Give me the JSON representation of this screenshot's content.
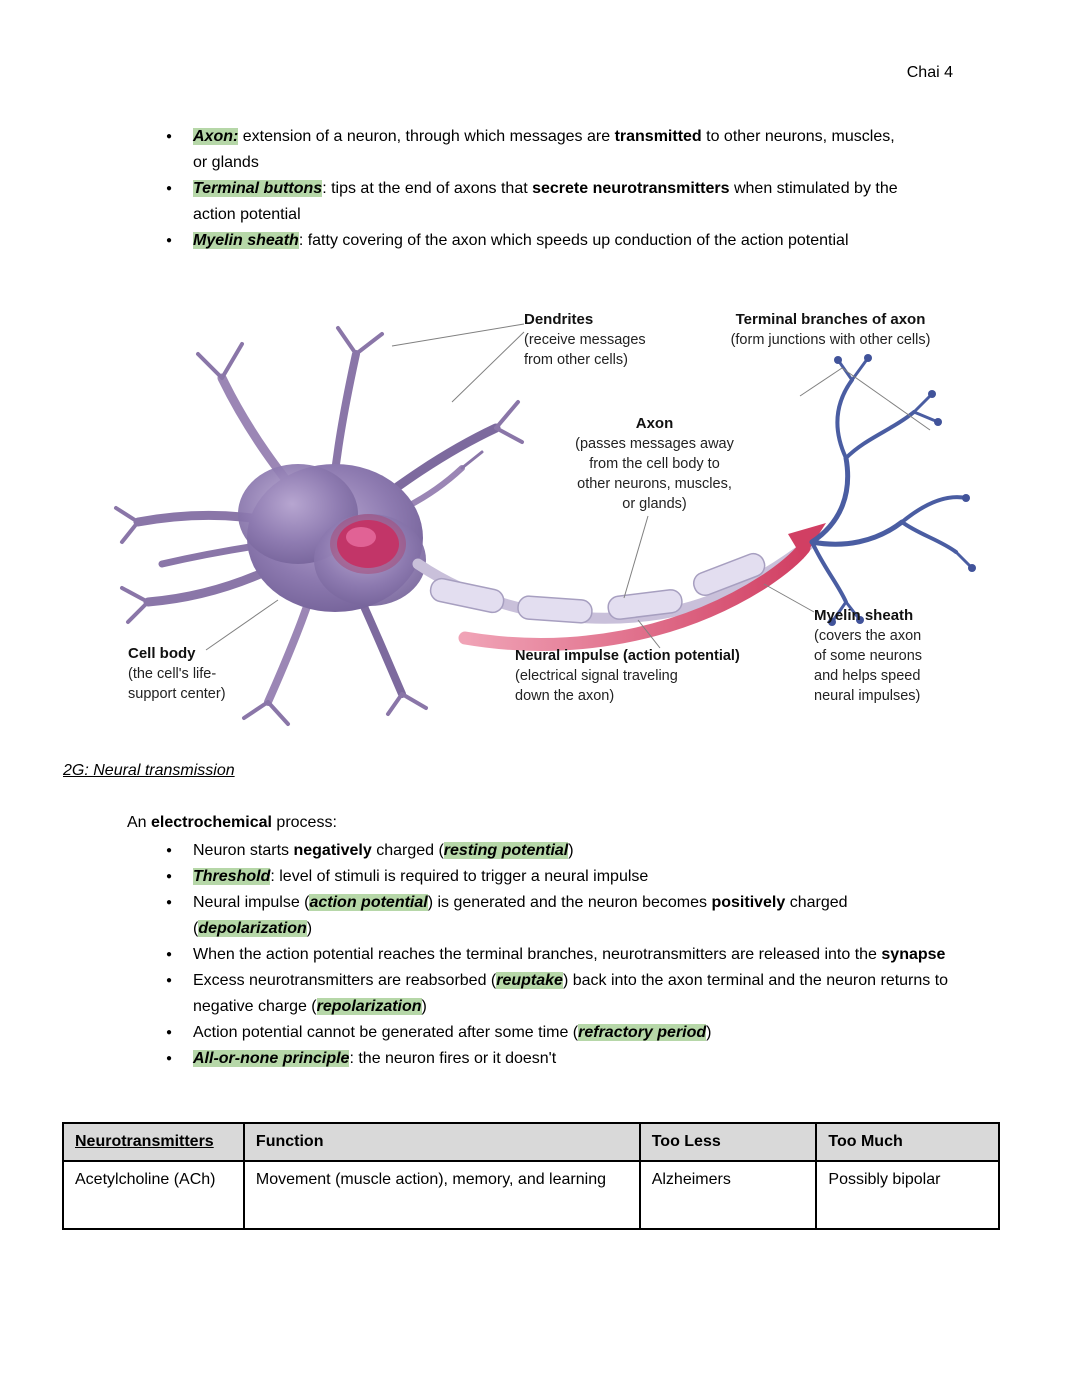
{
  "page": {
    "header": "Chai 4"
  },
  "colors": {
    "highlight": "#b6d7a8",
    "table_header_bg": "#d9d9d9"
  },
  "intro_bullets": [
    [
      {
        "t": "Axon:",
        "b": 1,
        "i": 1,
        "hl": 1
      },
      {
        "t": " extension of a neuron, through which messages are "
      },
      {
        "t": "transmitted",
        "b": 1
      },
      {
        "t": " to other neurons, muscles, or glands"
      }
    ],
    [
      {
        "t": "Terminal buttons",
        "b": 1,
        "i": 1,
        "hl": 1
      },
      {
        "t": ": tips at the end of axons that "
      },
      {
        "t": "secrete neurotransmitters",
        "b": 1
      },
      {
        "t": " when stimulated by the action potential"
      }
    ],
    [
      {
        "t": "Myelin sheath",
        "b": 1,
        "i": 1,
        "hl": 1
      },
      {
        "t": ": fatty covering of the axon which speeds up conduction of the action potential"
      }
    ]
  ],
  "diagram": {
    "labels": {
      "dendrites": {
        "title": "Dendrites",
        "sub": "(receive messages\nfrom other cells)"
      },
      "terminal": {
        "title": "Terminal branches of axon",
        "sub": "(form junctions with other cells)"
      },
      "axon": {
        "title": "Axon",
        "sub": "(passes messages away\nfrom the cell body to\nother neurons, muscles,\nor glands)"
      },
      "myelin": {
        "title": "Myelin sheath",
        "sub": "(covers the axon\nof some neurons\nand helps speed\nneural  impulses)"
      },
      "cell_body": {
        "title": "Cell body",
        "sub": "(the cell's life-\nsupport center)"
      },
      "impulse": {
        "title_rich": [
          {
            "t": "Neural impulse ",
            "b": 1
          },
          {
            "t": "(action potential)"
          }
        ],
        "sub": "(electrical signal traveling\ndown the axon)"
      }
    }
  },
  "section": {
    "heading": "2G: Neural transmission",
    "intro": [
      {
        "t": "An "
      },
      {
        "t": "electrochemical",
        "b": 1
      },
      {
        "t": " process:"
      }
    ]
  },
  "transmission_bullets": [
    [
      {
        "t": "Neuron starts "
      },
      {
        "t": "negatively",
        "b": 1
      },
      {
        "t": " charged ("
      },
      {
        "t": "resting potential",
        "b": 1,
        "i": 1,
        "hl": 1
      },
      {
        "t": ")"
      }
    ],
    [
      {
        "t": "Threshold",
        "b": 1,
        "i": 1,
        "hl": 1
      },
      {
        "t": ": level of stimuli is required to trigger a neural impulse"
      }
    ],
    [
      {
        "t": "Neural impulse ("
      },
      {
        "t": "action potential",
        "b": 1,
        "i": 1,
        "hl": 1
      },
      {
        "t": ") is generated and the neuron becomes "
      },
      {
        "t": "positively",
        "b": 1
      },
      {
        "t": " charged ("
      },
      {
        "t": "depolarization",
        "b": 1,
        "i": 1,
        "hl": 1
      },
      {
        "t": ")"
      }
    ],
    [
      {
        "t": "When the action potential reaches the terminal branches, neurotransmitters are released into the "
      },
      {
        "t": "synapse",
        "b": 1
      }
    ],
    [
      {
        "t": "Excess neurotransmitters are reabsorbed ("
      },
      {
        "t": "reuptake",
        "b": 1,
        "i": 1,
        "hl": 1
      },
      {
        "t": ") back into the axon terminal and the neuron returns to negative charge ("
      },
      {
        "t": "repolarization",
        "b": 1,
        "i": 1,
        "hl": 1
      },
      {
        "t": ")"
      }
    ],
    [
      {
        "t": "Action potential cannot be generated after some time ("
      },
      {
        "t": "refractory period",
        "b": 1,
        "i": 1,
        "hl": 1
      },
      {
        "t": ")"
      }
    ],
    [
      {
        "t": "All-or-none principle",
        "b": 1,
        "i": 1,
        "hl": 1
      },
      {
        "t": ": the neuron fires or it doesn't"
      }
    ]
  ],
  "table": {
    "headers": [
      [
        {
          "t": "Neurotransmitters",
          "b": 1,
          "u": 1
        }
      ],
      [
        {
          "t": "Function",
          "b": 1
        }
      ],
      [
        {
          "t": "Too Less",
          "b": 1
        }
      ],
      [
        {
          "t": "Too Much",
          "b": 1
        }
      ]
    ],
    "rows": [
      [
        "Acetylcholine (ACh)",
        "Movement (muscle action), memory, and learning",
        "Alzheimers",
        "Possibly bipolar"
      ]
    ]
  }
}
